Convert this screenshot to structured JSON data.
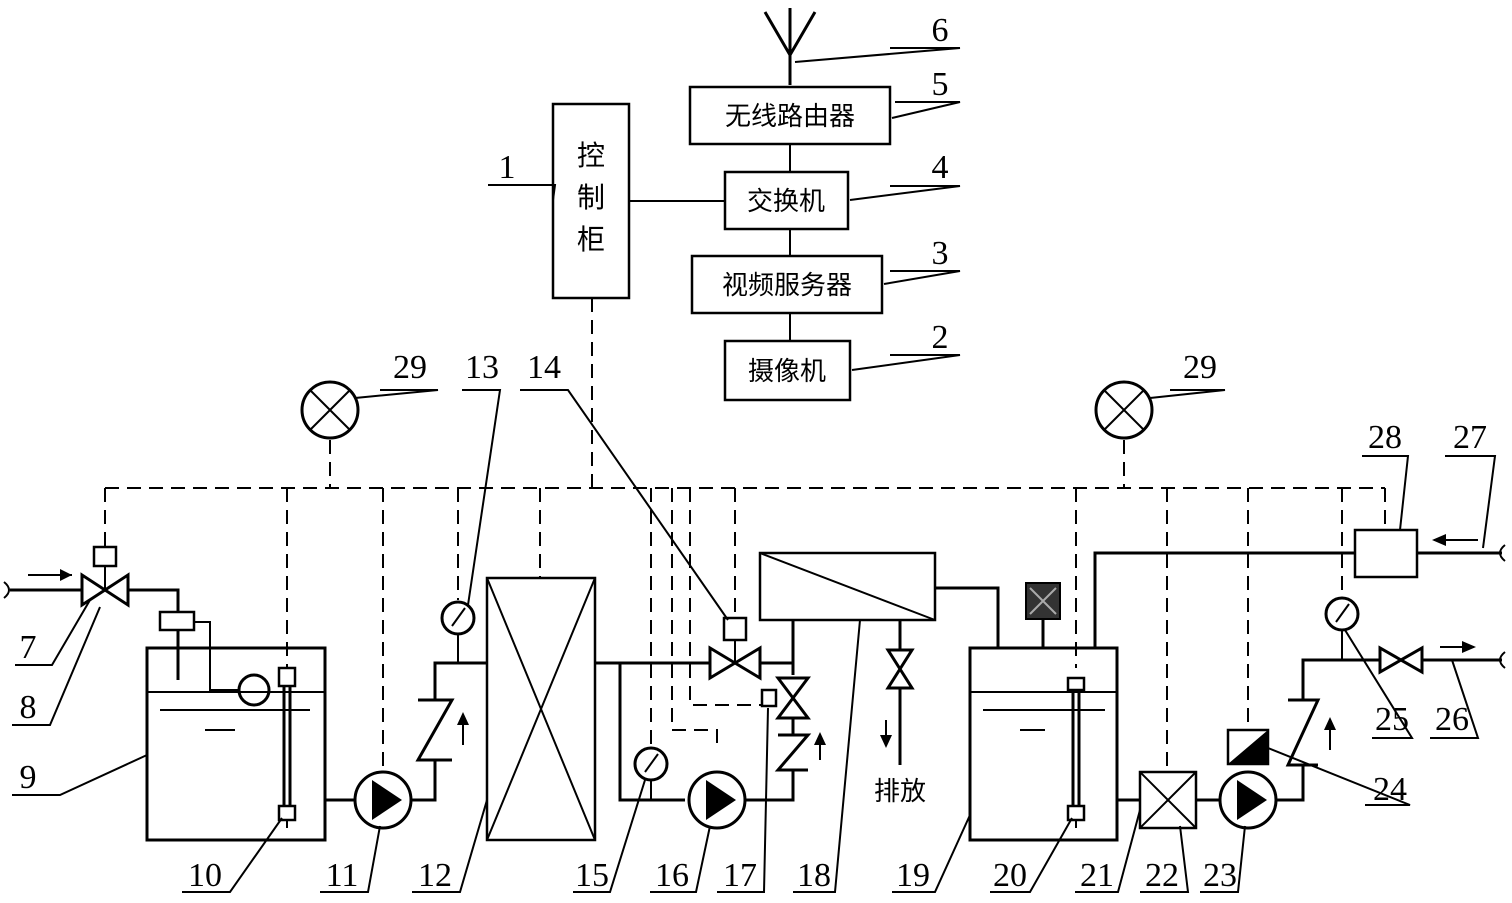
{
  "blocks": {
    "control_cabinet": [
      "控",
      "制",
      "柜"
    ],
    "router": "无线路由器",
    "switch": "交换机",
    "video_server": "视频服务器",
    "camera": "摄像机",
    "discharge": "排放"
  },
  "labels": [
    "1",
    "2",
    "3",
    "4",
    "5",
    "6",
    "7",
    "8",
    "9",
    "10",
    "11",
    "12",
    "13",
    "14",
    "15",
    "16",
    "17",
    "18",
    "19",
    "20",
    "21",
    "22",
    "23",
    "24",
    "25",
    "26",
    "27",
    "28",
    "29",
    "29"
  ]
}
